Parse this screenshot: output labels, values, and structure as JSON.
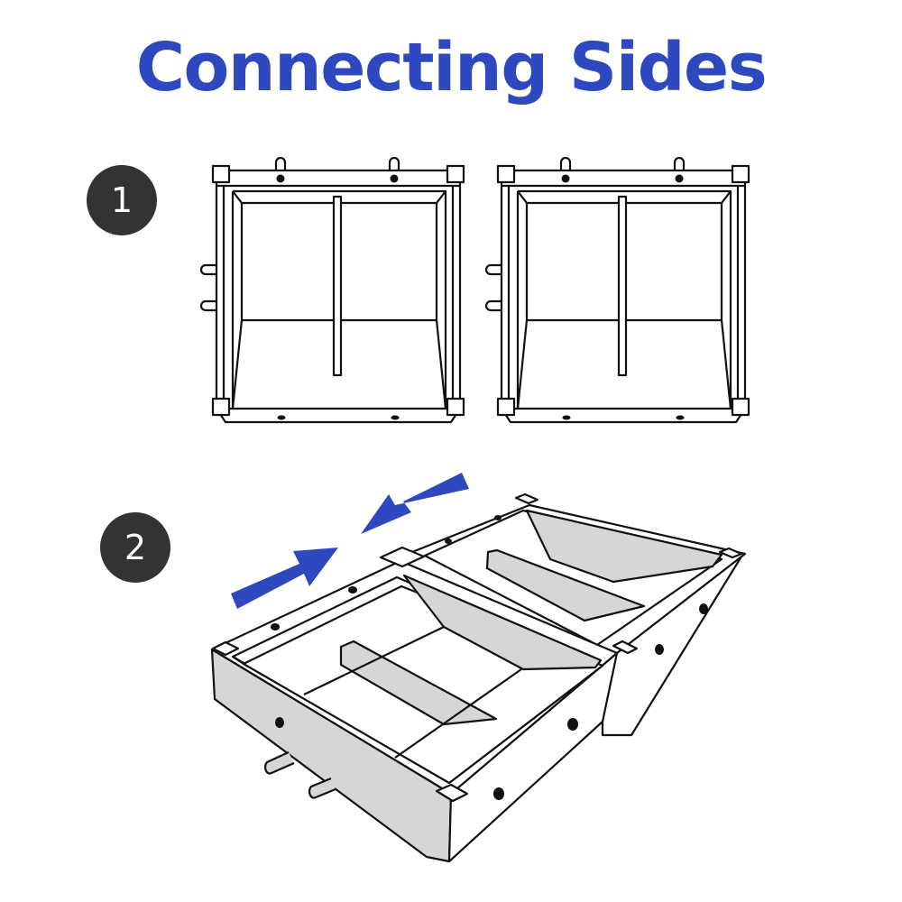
{
  "title": "Connecting Sides",
  "steps": [
    {
      "number": "1"
    },
    {
      "number": "2"
    }
  ],
  "colors": {
    "title": "#2e49bf",
    "arrow": "#2e49bf",
    "badge": "#333333",
    "panel_fill": "#d6d6d6",
    "line": "#111111"
  }
}
